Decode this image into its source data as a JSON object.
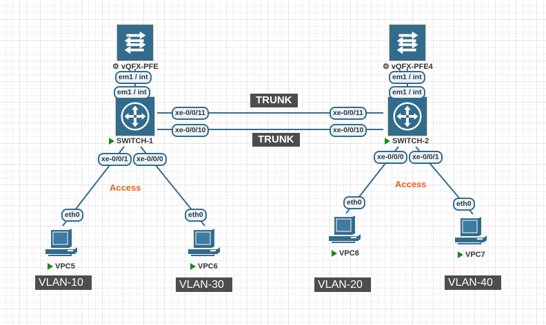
{
  "diagram": {
    "link_color": "#336b8c",
    "icon_color": "#336b8c",
    "trunk_labels": [
      "TRUNK",
      "TRUNK"
    ],
    "access_labels": [
      "Access",
      "Access"
    ],
    "nodes": {
      "pfe1": {
        "name": "vQFX-PFE",
        "type": "pfe",
        "port": "em1 / int"
      },
      "pfe2": {
        "name": "vQFX-PFE4",
        "type": "pfe",
        "port": "em1 / int"
      },
      "sw1": {
        "name": "SWITCH-1",
        "type": "switch",
        "status": "running",
        "ports": {
          "pfe": "em1 / int",
          "xe11": "xe-0/0/11",
          "xe10": "xe-0/0/10",
          "xe1": "xe-0/0/1",
          "xe0": "xe-0/0/0"
        }
      },
      "sw2": {
        "name": "SWITCH-2",
        "type": "switch",
        "status": "running",
        "ports": {
          "pfe": "em1 / int",
          "xe11": "xe-0/0/11",
          "xe10": "xe-0/0/10",
          "xe0": "xe-0/0/0",
          "xe1": "xe-0/0/1"
        }
      },
      "vpc5": {
        "name": "VPC5",
        "type": "pc",
        "status": "running",
        "port": "eth0",
        "vlan": "VLAN-10"
      },
      "vpc6": {
        "name": "VPC6",
        "type": "pc",
        "status": "running",
        "port": "eth0",
        "vlan": "VLAN-30"
      },
      "vpc8": {
        "name": "VPC8",
        "type": "pc",
        "status": "running",
        "port": "eth0",
        "vlan": "VLAN-20"
      },
      "vpc7": {
        "name": "VPC7",
        "type": "pc",
        "status": "running",
        "port": "eth0",
        "vlan": "VLAN-40"
      }
    },
    "links": [
      {
        "from": "pfe1",
        "to": "sw1",
        "from_port": "em1 / int",
        "to_port": "em1 / int"
      },
      {
        "from": "pfe2",
        "to": "sw2",
        "from_port": "em1 / int",
        "to_port": "em1 / int"
      },
      {
        "from": "sw1",
        "to": "sw2",
        "from_port": "xe-0/0/11",
        "to_port": "xe-0/0/11",
        "mode": "TRUNK"
      },
      {
        "from": "sw1",
        "to": "sw2",
        "from_port": "xe-0/0/10",
        "to_port": "xe-0/0/10",
        "mode": "TRUNK"
      },
      {
        "from": "sw1",
        "to": "vpc5",
        "from_port": "xe-0/0/1",
        "to_port": "eth0",
        "mode": "Access"
      },
      {
        "from": "sw1",
        "to": "vpc6",
        "from_port": "xe-0/0/0",
        "to_port": "eth0",
        "mode": "Access"
      },
      {
        "from": "sw2",
        "to": "vpc8",
        "from_port": "xe-0/0/0",
        "to_port": "eth0",
        "mode": "Access"
      },
      {
        "from": "sw2",
        "to": "vpc7",
        "from_port": "xe-0/0/1",
        "to_port": "eth0",
        "mode": "Access"
      }
    ]
  }
}
